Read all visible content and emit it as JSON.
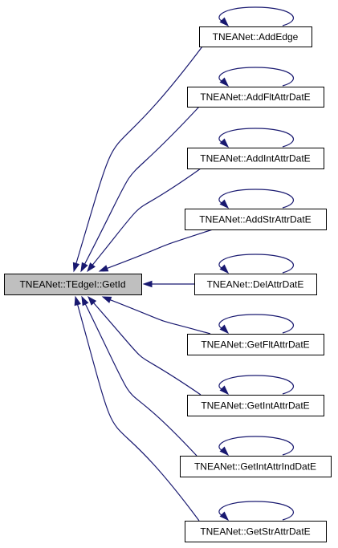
{
  "diagram": {
    "type": "call-graph",
    "target": {
      "id": "getid",
      "label": "TNEANet::TEdgeI::GetId",
      "highlighted": true
    },
    "callers": [
      {
        "id": "addedge",
        "label": "TNEANet::AddEdge",
        "recursive": true
      },
      {
        "id": "addfltattrdate",
        "label": "TNEANet::AddFltAttrDatE",
        "recursive": true
      },
      {
        "id": "addintattrdate",
        "label": "TNEANet::AddIntAttrDatE",
        "recursive": true
      },
      {
        "id": "addstrattrdate",
        "label": "TNEANet::AddStrAttrDatE",
        "recursive": true
      },
      {
        "id": "delattrdate",
        "label": "TNEANet::DelAttrDatE",
        "recursive": true
      },
      {
        "id": "getfltattrdate",
        "label": "TNEANet::GetFltAttrDatE",
        "recursive": true
      },
      {
        "id": "getintattrdate",
        "label": "TNEANet::GetIntAttrDatE",
        "recursive": true
      },
      {
        "id": "getintattrinddate",
        "label": "TNEANet::GetIntAttrIndDatE",
        "recursive": true
      },
      {
        "id": "getstrattrdate",
        "label": "TNEANet::GetStrAttrDatE",
        "recursive": true
      }
    ],
    "colors": {
      "edge": "#191970",
      "node_border": "#000000",
      "node_fill": "#ffffff",
      "highlight_fill": "#bfbfbf",
      "text": "#000000"
    }
  }
}
